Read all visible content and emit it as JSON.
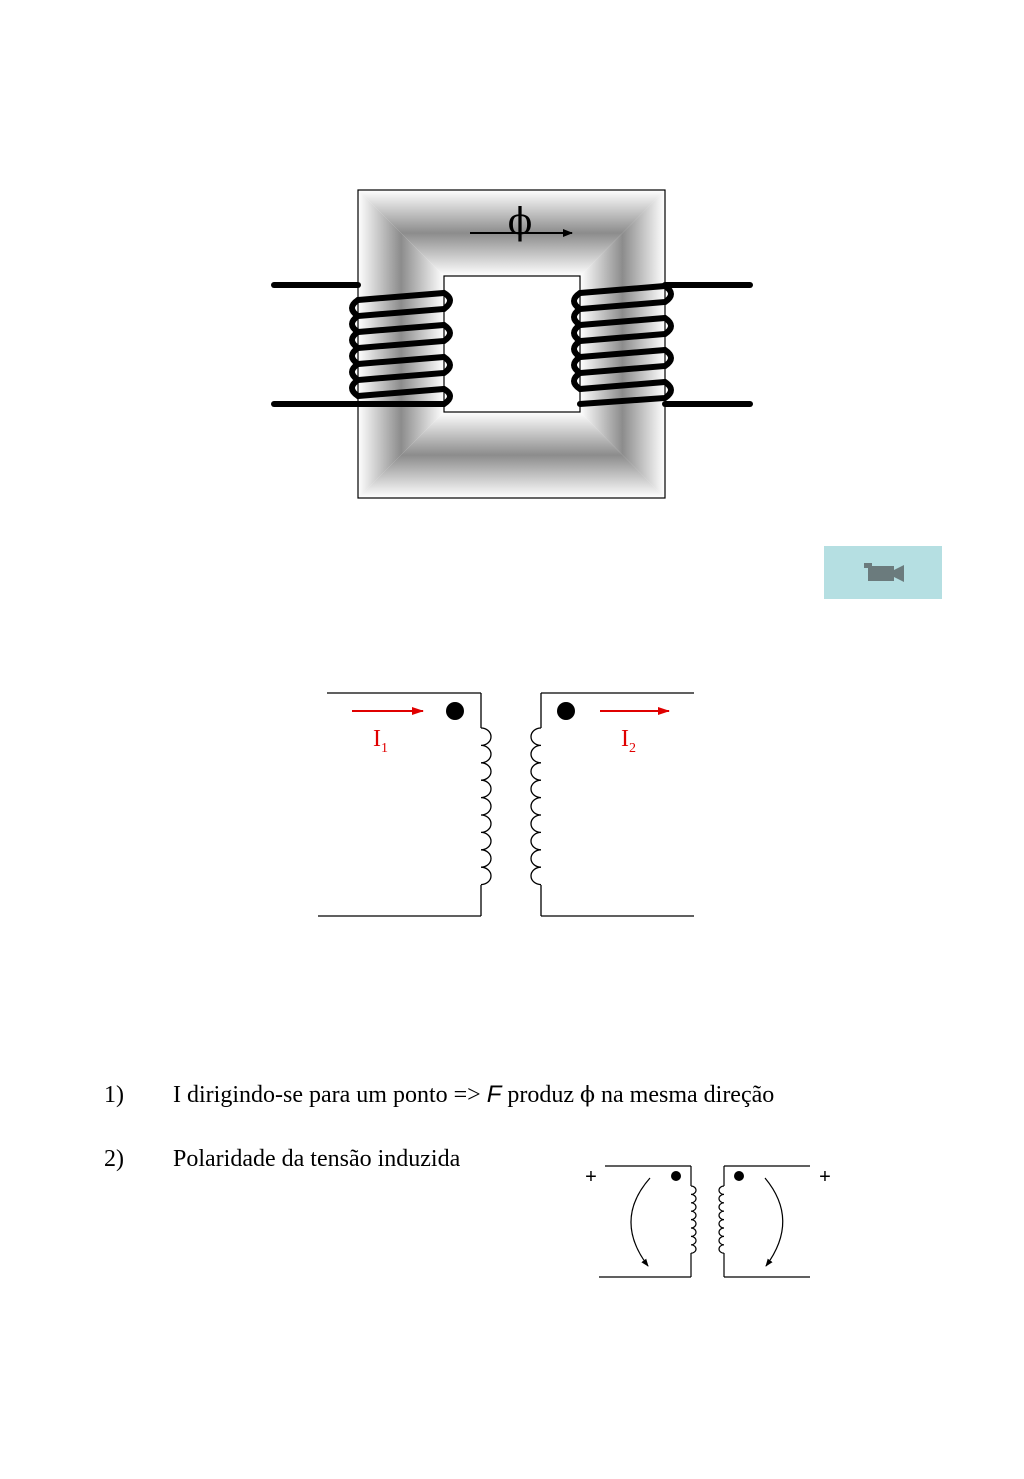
{
  "core_diagram": {
    "flux_symbol": "ϕ"
  },
  "circuit_diagram": {
    "current_primary": {
      "base": "I",
      "sub": "1"
    },
    "current_secondary": {
      "base": "I",
      "sub": "2"
    }
  },
  "video_button": {
    "icon": "video-camera-icon",
    "color": "#b5dfe2"
  },
  "list": [
    {
      "number": "1)",
      "text_before": "I dirigindo-se para um ponto =>",
      "symbol_F": "F",
      "text_after": "produz",
      "symbol_phi": "ϕ",
      "text_end": "na mesma direção"
    },
    {
      "number": "2)",
      "text": "Polaridade da tensão induzida"
    }
  ],
  "polarity_diagram": {
    "plus_left": "+",
    "plus_right": "+"
  },
  "colors": {
    "current": "#e00000"
  }
}
